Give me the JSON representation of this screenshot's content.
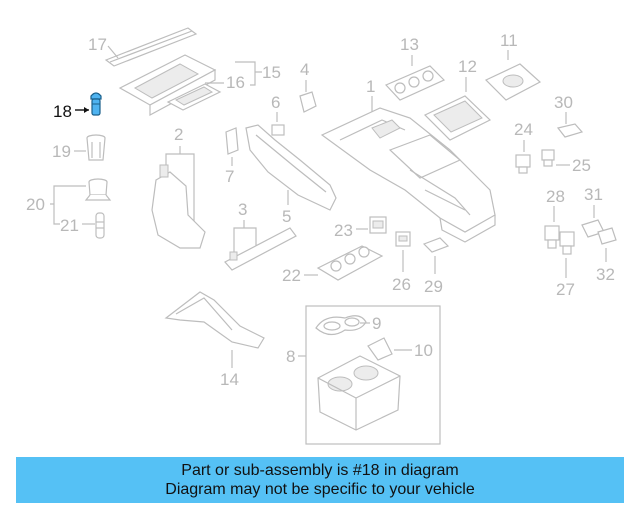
{
  "diagram": {
    "highlight_color": "#4fb3f0",
    "labels": {
      "l1": "1",
      "l2": "2",
      "l3": "3",
      "l4": "4",
      "l5": "5",
      "l6": "6",
      "l7": "7",
      "l8": "8",
      "l9": "9",
      "l10": "10",
      "l11": "11",
      "l12": "12",
      "l13": "13",
      "l14": "14",
      "l15": "15",
      "l16": "16",
      "l17": "17",
      "l18": "18",
      "l19": "19",
      "l20": "20",
      "l21": "21",
      "l22": "22",
      "l23": "23",
      "l24": "24",
      "l25": "25",
      "l26": "26",
      "l27": "27",
      "l28": "28",
      "l29": "29",
      "l30": "30",
      "l31": "31",
      "l32": "32"
    }
  },
  "caption": {
    "line1": "Part or sub-assembly is #18 in diagram",
    "line2": "Diagram may not be specific to your vehicle",
    "background": "#55c1f5"
  }
}
